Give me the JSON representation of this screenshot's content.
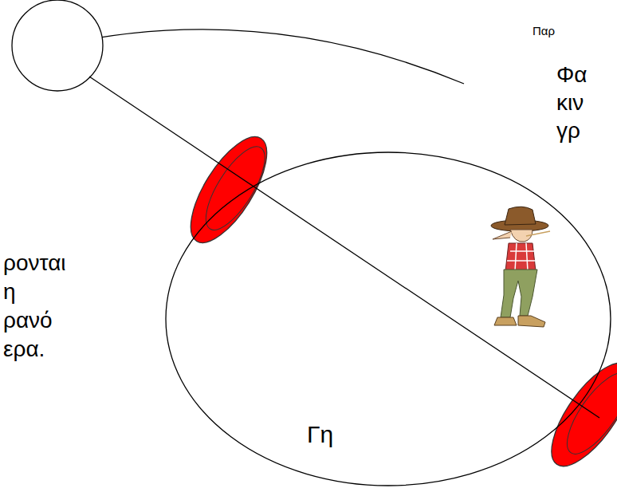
{
  "diagram": {
    "nodes": [
      {
        "text": [
          "Γη"
        ]
      }
    ],
    "labels": [
      "Παρ",
      "Φα κιν γρ",
      "ρονται η ρανό ερα."
    ]
  }
}
